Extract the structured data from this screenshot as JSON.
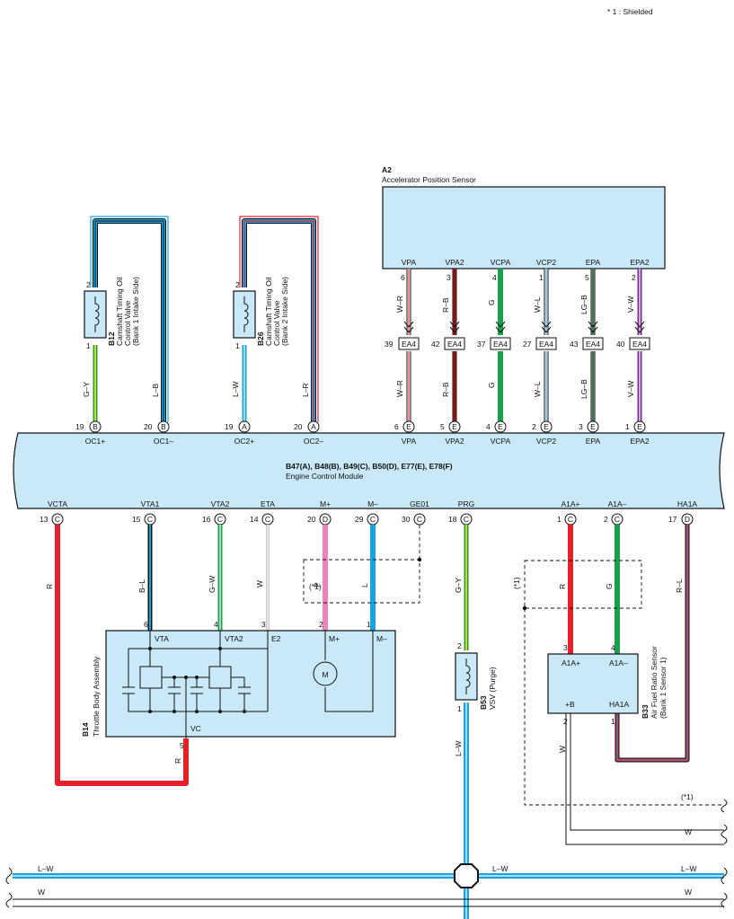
{
  "note": "* 1 : Shielded",
  "ecm": {
    "connectors": "B47(A), B48(B), B49(C), B50(D), E77(E), E78(F)",
    "name": "Engine Control Module",
    "top_pins": [
      {
        "term": "OC1+",
        "pin": "19",
        "conn": "B"
      },
      {
        "term": "OC1–",
        "pin": "20",
        "conn": "B"
      },
      {
        "term": "OC2+",
        "pin": "19",
        "conn": "A"
      },
      {
        "term": "OC2–",
        "pin": "20",
        "conn": "A"
      },
      {
        "term": "VPA",
        "pin": "6",
        "conn": "E"
      },
      {
        "term": "VPA2",
        "pin": "5",
        "conn": "E"
      },
      {
        "term": "VCPA",
        "pin": "4",
        "conn": "E"
      },
      {
        "term": "VCP2",
        "pin": "2",
        "conn": "E"
      },
      {
        "term": "EPA",
        "pin": "3",
        "conn": "E"
      },
      {
        "term": "EPA2",
        "pin": "1",
        "conn": "E"
      }
    ],
    "bottom_pins": [
      {
        "term": "VCTA",
        "pin": "13",
        "conn": "C"
      },
      {
        "term": "VTA1",
        "pin": "15",
        "conn": "C"
      },
      {
        "term": "VTA2",
        "pin": "16",
        "conn": "C"
      },
      {
        "term": "ETA",
        "pin": "14",
        "conn": "C"
      },
      {
        "term": "M+",
        "pin": "20",
        "conn": "D"
      },
      {
        "term": "M–",
        "pin": "29",
        "conn": "C"
      },
      {
        "term": "GE01",
        "pin": "30",
        "conn": "C"
      },
      {
        "term": "PRG",
        "pin": "18",
        "conn": "C"
      },
      {
        "term": "A1A+",
        "pin": "1",
        "conn": "C"
      },
      {
        "term": "A1A–",
        "pin": "2",
        "conn": "C"
      },
      {
        "term": "HA1A",
        "pin": "17",
        "conn": "D"
      }
    ]
  },
  "a2": {
    "id": "A2",
    "name": "Accelerator Position Sensor",
    "terms": [
      "VPA",
      "VPA2",
      "VCPA",
      "VCP2",
      "EPA",
      "EPA2"
    ],
    "pins": [
      "6",
      "3",
      "4",
      "1",
      "5",
      "2"
    ],
    "colors_top": [
      "W–R",
      "R–B",
      "G",
      "W–L",
      "LG–B",
      "V–W"
    ],
    "colors_bottom": [
      "W–R",
      "R–B",
      "G",
      "W–L",
      "LG–B",
      "V–W"
    ],
    "ea4_pins": [
      "39",
      "42",
      "37",
      "27",
      "43",
      "40"
    ],
    "ea4": "EA4"
  },
  "b12": {
    "id": "B12",
    "line1": "Camshaft Timing Oil",
    "line2": "Control Valve",
    "line3": "(Bank 1 Intake Side)",
    "pin_top": "2",
    "pin_bottom": "1",
    "wire_left": "G–Y",
    "wire_right": "L–B"
  },
  "b26": {
    "id": "B26",
    "line1": "Camshaft Timing Oil",
    "line2": "Control Valve",
    "line3": "(Bank 2 Intake Side)",
    "pin_top": "2",
    "pin_bottom": "1",
    "wire_left": "L–W",
    "wire_right": "L–R"
  },
  "b14": {
    "id": "B14",
    "name": "Throttle Body Assembly",
    "terms": {
      "vta": "VTA",
      "vta2": "VTA2",
      "e2": "E2",
      "mp": "M+",
      "mm": "M–",
      "vc": "VC"
    },
    "pins": {
      "vta": "6",
      "vta2": "4",
      "e2": "3",
      "mp": "2",
      "mm": "1",
      "vc": "5"
    },
    "motor": "M",
    "wires": {
      "vcta": "R",
      "vta1": "B–L",
      "vta2": "G–W",
      "eta": "W",
      "mp": "P",
      "mm": "L",
      "vc": "R"
    }
  },
  "b53": {
    "id": "B53",
    "name": "VSV (Purge)",
    "pin_top": "2",
    "pin_bottom": "1",
    "wire_top": "G–Y",
    "wire_bottom": "L–W"
  },
  "b33": {
    "id": "B33",
    "line1": "Air Fuel Ratio Sensor",
    "line2": "(Bank 1 Sensor 1)",
    "terms": {
      "a1ap": "A1A+",
      "a1am": "A1A–",
      "b": "+B",
      "ha1a": "HA1A"
    },
    "pins": {
      "a1ap": "3",
      "a1am": "4",
      "b": "2",
      "ha1a": "1"
    },
    "wires": {
      "a1ap": "R",
      "a1am": "G",
      "ha1a": "R–L",
      "b": "W"
    }
  },
  "shield_tag": "(*1)",
  "bus": {
    "lw": "L–W",
    "w": "W"
  },
  "colors": {
    "box": "#c9e9f8",
    "red": "#e6202a",
    "green": "#19a04b",
    "blue": "#1aa3df",
    "pink": "#ee84b9",
    "yellow": "#d9d619",
    "violet": "#7a2b8f"
  }
}
